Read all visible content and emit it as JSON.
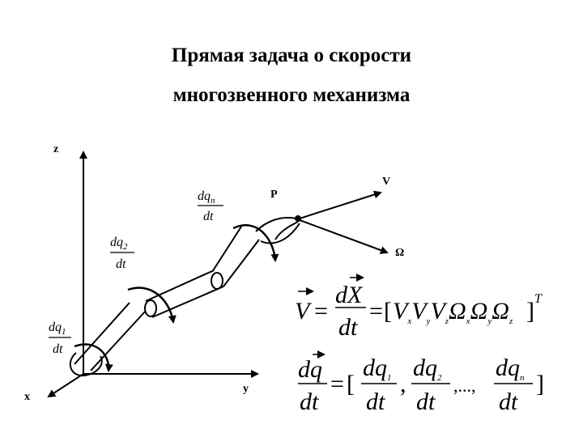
{
  "title": {
    "line1": "Прямая задача о скорости",
    "line2": "многозвенного механизма"
  },
  "axes": {
    "z": "z",
    "x": "x",
    "y": "y"
  },
  "points": {
    "p": "P",
    "v": "V",
    "omega": "Ω"
  },
  "joint_rates": {
    "q1": {
      "num": "dq",
      "sub": "1",
      "den": "dt"
    },
    "q2": {
      "num": "dq",
      "sub": "2",
      "den": "dt"
    },
    "qn": {
      "num": "dq",
      "sub": "n",
      "den": "dt"
    }
  },
  "formula1": {
    "lhs": "V",
    "frac_num": "dX",
    "frac_den": "dt",
    "eq": "=",
    "eq2": "=",
    "open": "[",
    "v": "V",
    "omega": "Ω",
    "sub_x": "x",
    "sub_y": "y",
    "sub_z": "z",
    "close": "]",
    "sup": "T"
  },
  "formula2": {
    "num": "dq",
    "den": "dt",
    "eq": "=",
    "open": "[",
    "sep": ",",
    "dots": ",...,",
    "close": "]",
    "terms": [
      {
        "num": "dq",
        "sub": "1",
        "den": "dt"
      },
      {
        "num": "dq",
        "sub": "2",
        "den": "dt"
      },
      {
        "num": "dq",
        "sub": "n",
        "den": "dt"
      }
    ]
  }
}
